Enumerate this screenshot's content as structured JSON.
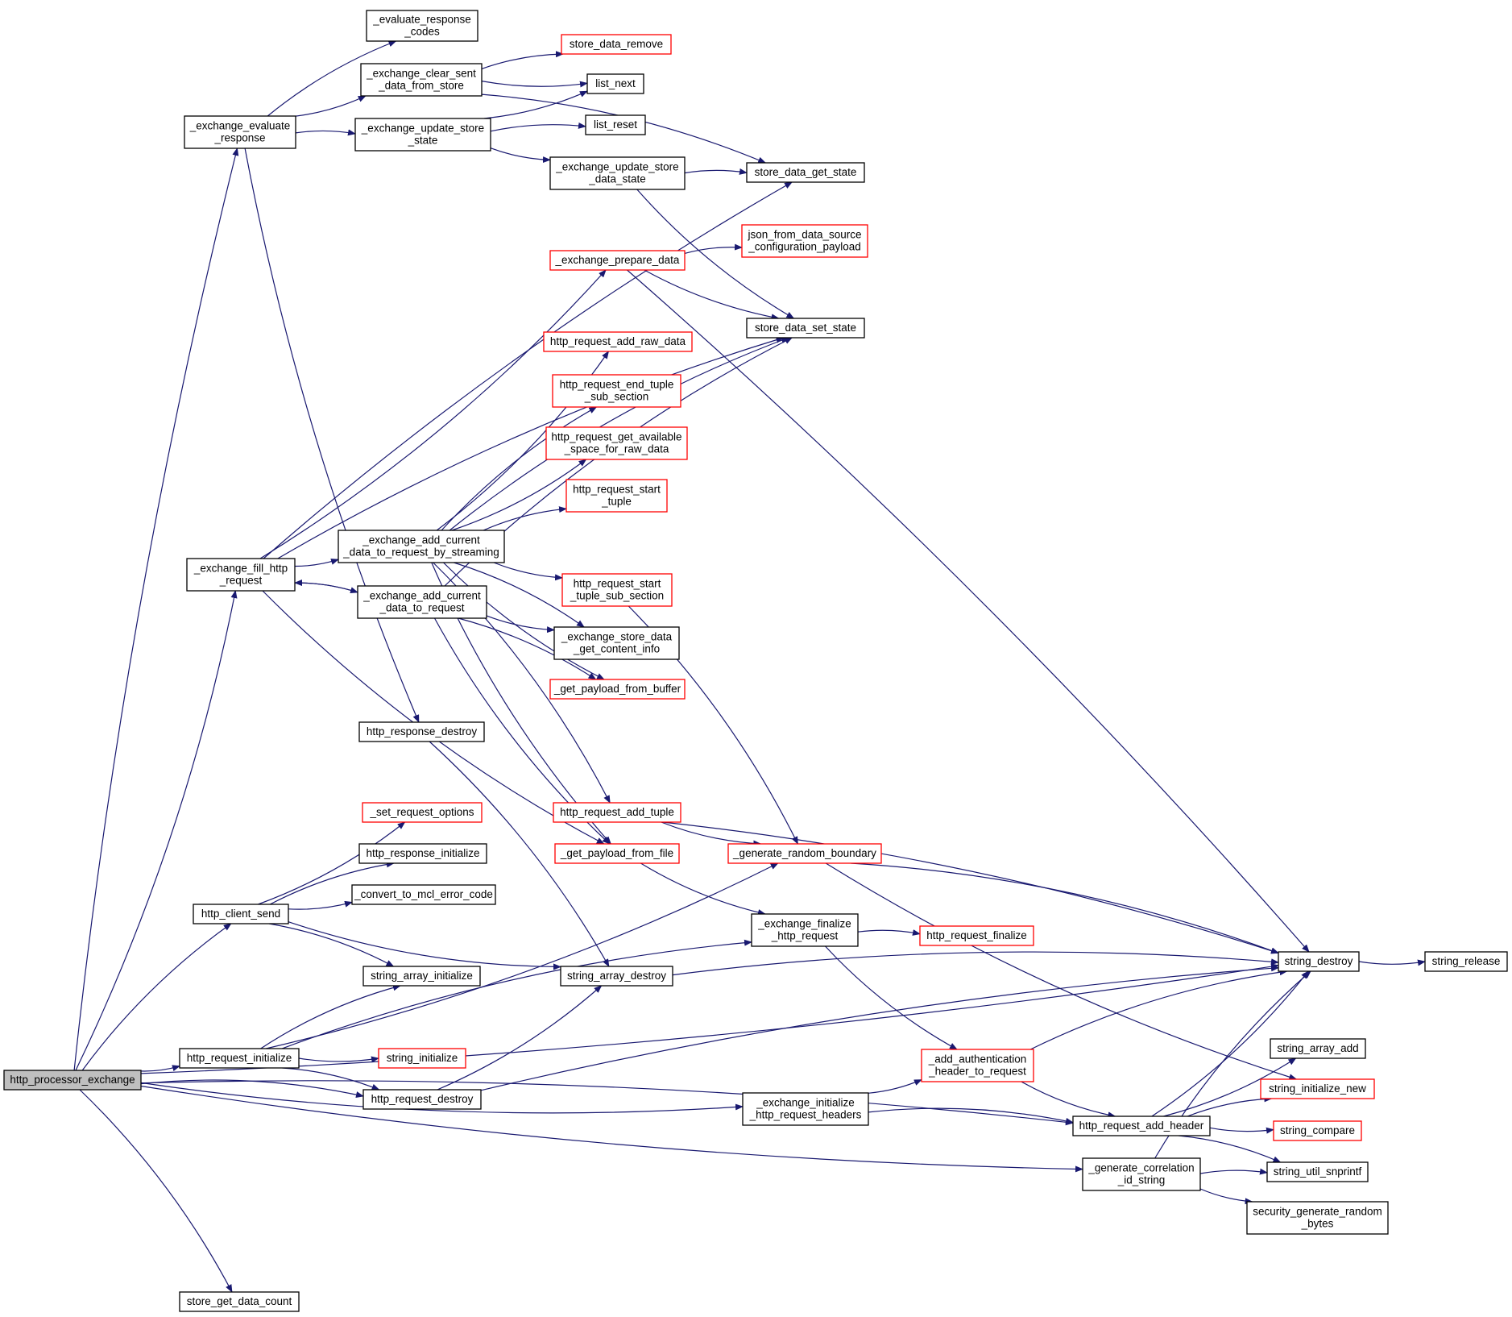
{
  "nodes": [
    {
      "id": "hpe",
      "lines": [
        "http_processor_exchange"
      ],
      "style": "root"
    },
    {
      "id": "eer",
      "lines": [
        "_exchange_evaluate",
        "_response"
      ],
      "style": "normal"
    },
    {
      "id": "erc",
      "lines": [
        "_evaluate_response",
        "_codes"
      ],
      "style": "normal"
    },
    {
      "id": "ecs",
      "lines": [
        "_exchange_clear_sent",
        "_data_from_store"
      ],
      "style": "normal"
    },
    {
      "id": "sdr",
      "lines": [
        "store_data_remove"
      ],
      "style": "truncated"
    },
    {
      "id": "lnx",
      "lines": [
        "list_next"
      ],
      "style": "normal"
    },
    {
      "id": "eus",
      "lines": [
        "_exchange_update_store",
        "_state"
      ],
      "style": "normal"
    },
    {
      "id": "lrs",
      "lines": [
        "list_reset"
      ],
      "style": "normal"
    },
    {
      "id": "euds",
      "lines": [
        "_exchange_update_store",
        "_data_state"
      ],
      "style": "normal"
    },
    {
      "id": "sdgs",
      "lines": [
        "store_data_get_state"
      ],
      "style": "normal"
    },
    {
      "id": "jfd",
      "lines": [
        "json_from_data_source",
        "_configuration_payload"
      ],
      "style": "truncated"
    },
    {
      "id": "epd",
      "lines": [
        "_exchange_prepare_data"
      ],
      "style": "truncated"
    },
    {
      "id": "sdss",
      "lines": [
        "store_data_set_state"
      ],
      "style": "normal"
    },
    {
      "id": "hrard",
      "lines": [
        "http_request_add_raw_data"
      ],
      "style": "truncated"
    },
    {
      "id": "hrets",
      "lines": [
        "http_request_end_tuple",
        "_sub_section"
      ],
      "style": "truncated"
    },
    {
      "id": "hrgas",
      "lines": [
        "http_request_get_available",
        "_space_for_raw_data"
      ],
      "style": "truncated"
    },
    {
      "id": "hrst",
      "lines": [
        "http_request_start",
        "_tuple"
      ],
      "style": "truncated"
    },
    {
      "id": "eacs",
      "lines": [
        "_exchange_add_current",
        "_data_to_request_by_streaming"
      ],
      "style": "normal"
    },
    {
      "id": "efh",
      "lines": [
        "_exchange_fill_http",
        "_request"
      ],
      "style": "normal"
    },
    {
      "id": "hrsts",
      "lines": [
        "http_request_start",
        "_tuple_sub_section"
      ],
      "style": "truncated"
    },
    {
      "id": "eac",
      "lines": [
        "_exchange_add_current",
        "_data_to_request"
      ],
      "style": "normal"
    },
    {
      "id": "esdg",
      "lines": [
        "_exchange_store_data",
        "_get_content_info"
      ],
      "style": "normal"
    },
    {
      "id": "gpb",
      "lines": [
        "_get_payload_from_buffer"
      ],
      "style": "truncated"
    },
    {
      "id": "hrd",
      "lines": [
        "http_response_destroy"
      ],
      "style": "normal"
    },
    {
      "id": "hrat",
      "lines": [
        "http_request_add_tuple"
      ],
      "style": "truncated"
    },
    {
      "id": "sro",
      "lines": [
        "_set_request_options"
      ],
      "style": "truncated"
    },
    {
      "id": "gpf",
      "lines": [
        "_get_payload_from_file"
      ],
      "style": "truncated"
    },
    {
      "id": "grb",
      "lines": [
        "_generate_random_boundary"
      ],
      "style": "truncated"
    },
    {
      "id": "hri",
      "lines": [
        "http_response_initialize"
      ],
      "style": "normal"
    },
    {
      "id": "ctm",
      "lines": [
        "_convert_to_mcl_error_code"
      ],
      "style": "normal"
    },
    {
      "id": "hcs",
      "lines": [
        "http_client_send"
      ],
      "style": "normal"
    },
    {
      "id": "efhr",
      "lines": [
        "_exchange_finalize",
        "_http_request"
      ],
      "style": "normal"
    },
    {
      "id": "hrf",
      "lines": [
        "http_request_finalize"
      ],
      "style": "truncated"
    },
    {
      "id": "sai",
      "lines": [
        "string_array_initialize"
      ],
      "style": "normal"
    },
    {
      "id": "sad",
      "lines": [
        "string_array_destroy"
      ],
      "style": "normal"
    },
    {
      "id": "sd",
      "lines": [
        "string_destroy"
      ],
      "style": "normal"
    },
    {
      "id": "srl",
      "lines": [
        "string_release"
      ],
      "style": "normal"
    },
    {
      "id": "hrqi",
      "lines": [
        "http_request_initialize"
      ],
      "style": "normal"
    },
    {
      "id": "si",
      "lines": [
        "string_initialize"
      ],
      "style": "truncated"
    },
    {
      "id": "aah",
      "lines": [
        "_add_authentication",
        "_header_to_request"
      ],
      "style": "truncated"
    },
    {
      "id": "saa",
      "lines": [
        "string_array_add"
      ],
      "style": "normal"
    },
    {
      "id": "hrqd",
      "lines": [
        "http_request_destroy"
      ],
      "style": "normal"
    },
    {
      "id": "eih",
      "lines": [
        "_exchange_initialize",
        "_http_request_headers"
      ],
      "style": "normal"
    },
    {
      "id": "sin",
      "lines": [
        "string_initialize_new"
      ],
      "style": "truncated"
    },
    {
      "id": "hrah",
      "lines": [
        "http_request_add_header"
      ],
      "style": "normal"
    },
    {
      "id": "sc",
      "lines": [
        "string_compare"
      ],
      "style": "truncated"
    },
    {
      "id": "gci",
      "lines": [
        "_generate_correlation",
        "_id_string"
      ],
      "style": "normal"
    },
    {
      "id": "sus",
      "lines": [
        "string_util_snprintf"
      ],
      "style": "normal"
    },
    {
      "id": "sgr",
      "lines": [
        "security_generate_random",
        "_bytes"
      ],
      "style": "normal"
    },
    {
      "id": "sgdc",
      "lines": [
        "store_get_data_count"
      ],
      "style": "normal"
    }
  ],
  "edges": [
    [
      "hpe",
      "eer"
    ],
    [
      "hpe",
      "efh"
    ],
    [
      "hpe",
      "hcs"
    ],
    [
      "hpe",
      "hrqi"
    ],
    [
      "hpe",
      "hrqd"
    ],
    [
      "hpe",
      "eih"
    ],
    [
      "hpe",
      "hrah"
    ],
    [
      "hpe",
      "gci"
    ],
    [
      "hpe",
      "sgdc"
    ],
    [
      "hpe",
      "sd"
    ],
    [
      "eer",
      "erc"
    ],
    [
      "eer",
      "ecs"
    ],
    [
      "eer",
      "eus"
    ],
    [
      "eer",
      "hrd"
    ],
    [
      "ecs",
      "sdr"
    ],
    [
      "ecs",
      "lnx"
    ],
    [
      "ecs",
      "sdgs"
    ],
    [
      "eus",
      "lnx"
    ],
    [
      "eus",
      "lrs"
    ],
    [
      "eus",
      "euds"
    ],
    [
      "euds",
      "sdgs"
    ],
    [
      "euds",
      "sdss"
    ],
    [
      "efh",
      "sdgs"
    ],
    [
      "efh",
      "epd"
    ],
    [
      "efh",
      "sdss"
    ],
    [
      "efh",
      "eacs"
    ],
    [
      "efh",
      "eac"
    ],
    [
      "efh",
      "gpf"
    ],
    [
      "epd",
      "jfd"
    ],
    [
      "epd",
      "sdss"
    ],
    [
      "epd",
      "sd"
    ],
    [
      "eacs",
      "hrard"
    ],
    [
      "eacs",
      "hrets"
    ],
    [
      "eacs",
      "hrgas"
    ],
    [
      "eacs",
      "hrst"
    ],
    [
      "eacs",
      "hrsts"
    ],
    [
      "eacs",
      "esdg"
    ],
    [
      "eacs",
      "gpb"
    ],
    [
      "eacs",
      "hrat"
    ],
    [
      "eacs",
      "gpf"
    ],
    [
      "eacs",
      "sdss"
    ],
    [
      "eac",
      "esdg"
    ],
    [
      "eac",
      "gpb"
    ],
    [
      "eac",
      "gpf"
    ],
    [
      "eac",
      "sdss"
    ],
    [
      "eac",
      "efh"
    ],
    [
      "hrsts",
      "grb"
    ],
    [
      "hrat",
      "grb"
    ],
    [
      "hrat",
      "sd"
    ],
    [
      "gpf",
      "efhr"
    ],
    [
      "grb",
      "sd"
    ],
    [
      "grb",
      "sin"
    ],
    [
      "hrd",
      "sad"
    ],
    [
      "hcs",
      "sro"
    ],
    [
      "hcs",
      "hri"
    ],
    [
      "hcs",
      "ctm"
    ],
    [
      "hcs",
      "sai"
    ],
    [
      "hcs",
      "sad"
    ],
    [
      "efhr",
      "hrf"
    ],
    [
      "efhr",
      "aah"
    ],
    [
      "sad",
      "sd"
    ],
    [
      "sd",
      "srl"
    ],
    [
      "hrqi",
      "sai"
    ],
    [
      "hrqi",
      "si"
    ],
    [
      "hrqi",
      "hrqd"
    ],
    [
      "hrqi",
      "grb"
    ],
    [
      "hrqi",
      "efhr"
    ],
    [
      "hrqd",
      "sad"
    ],
    [
      "hrqd",
      "sd"
    ],
    [
      "eih",
      "aah"
    ],
    [
      "eih",
      "hrah"
    ],
    [
      "aah",
      "hrah"
    ],
    [
      "aah",
      "sd"
    ],
    [
      "hrah",
      "saa"
    ],
    [
      "hrah",
      "sin"
    ],
    [
      "hrah",
      "sc"
    ],
    [
      "hrah",
      "sus"
    ],
    [
      "hrah",
      "sd"
    ],
    [
      "gci",
      "sus"
    ],
    [
      "gci",
      "sgr"
    ],
    [
      "gci",
      "sd"
    ]
  ],
  "colors": {
    "edge": "#191970",
    "node_border": "#000000",
    "truncated_border": "#ff0000",
    "root_fill": "#bfbfbf",
    "node_fill": "#ffffff"
  }
}
